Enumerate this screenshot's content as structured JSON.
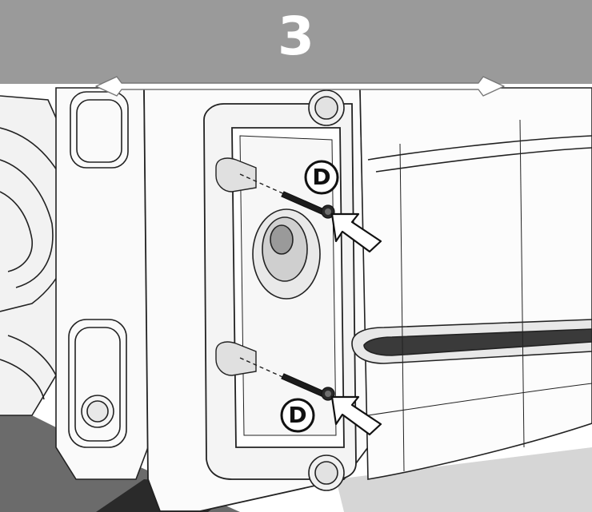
{
  "step": {
    "number": "3"
  },
  "callouts": [
    {
      "label": "D"
    },
    {
      "label": "D"
    }
  ],
  "colors": {
    "banner": "#9a9a9a",
    "line": "#222222",
    "floor": "#6b6b6b"
  }
}
